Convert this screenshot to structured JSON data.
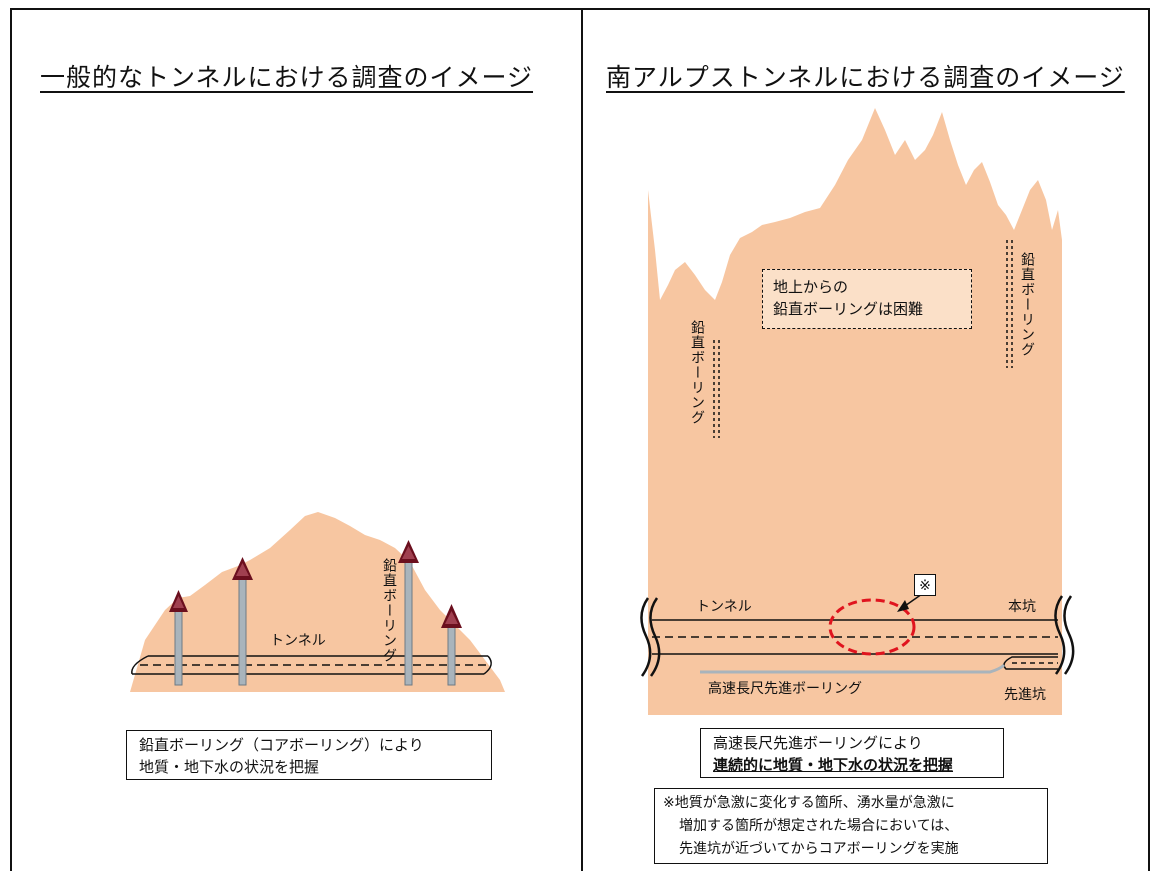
{
  "colors": {
    "earth": "#f7c6a1",
    "line": "#111111",
    "highlight": "#e0141e",
    "boring": "#a9b4bc",
    "marker": "#6b0f1e"
  },
  "left_panel": {
    "title": "一般的なトンネルにおける調査のイメージ",
    "vertical_boring_label": "鉛直ボーリング",
    "tunnel_label": "トンネル",
    "caption_line1": "鉛直ボーリング（コアボーリング）により",
    "caption_line2": "地質・地下水の状況を把握"
  },
  "right_panel": {
    "title": "南アルプストンネルにおける調査のイメージ",
    "difficulty_line1": "地上からの",
    "difficulty_line2": "鉛直ボーリングは困難",
    "vertical_boring_left": "鉛直ボーリング",
    "vertical_boring_right": "鉛直ボーリング",
    "tunnel_label": "トンネル",
    "main_shaft_label": "本坑",
    "pilot_shaft_label": "先進坑",
    "pilot_boring_label": "高速長尺先進ボーリング",
    "note_marker": "※",
    "caption_line1": "高速長尺先進ボーリングにより",
    "caption_line2": "連続的に地質・地下水の状況を把握",
    "note_line1": "※地質が急激に変化する箇所、湧水量が急激に",
    "note_line2": "増加する箇所が想定された場合においては、",
    "note_line3": "先進坑が近づいてからコアボーリングを実施"
  }
}
